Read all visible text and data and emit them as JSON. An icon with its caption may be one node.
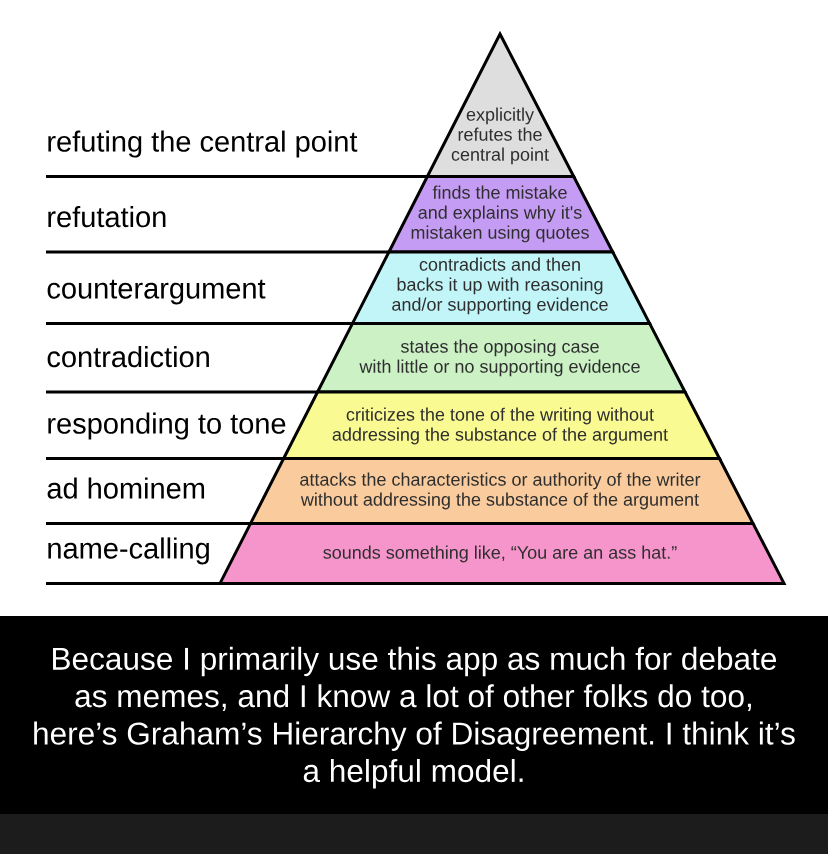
{
  "diagram": {
    "nodes": [
      {
        "text": [
          "explicitly refutes the central point"
        ]
      },
      {
        "text": [
          "finds the mistake and explains why it's mistaken using quotes"
        ]
      },
      {
        "text": [
          "contradicts and then backs it up with reasoning and/or supporting evidence"
        ]
      },
      {
        "text": [
          "states the opposing case with little or no supporting evidence"
        ]
      },
      {
        "text": [
          "criticizes the tone of the writing without addressing the substance of the argument"
        ]
      },
      {
        "text": [
          "attacks the characteristics or authority of the writer without addressing the substance of the argument"
        ]
      },
      {
        "text": [
          "sounds something like, “You are an ass hat.”"
        ]
      }
    ],
    "labels": [
      "refuting the central point",
      "refutation",
      "counterargument",
      "contradiction",
      "responding to tone",
      "ad hominem",
      "name-calling"
    ],
    "caption": "Because I primarily use this app as much for debate as memes, and I know a lot of other folks do too, here’s Graham’s Hierarchy of Disagreement. I think it’s a helpful model."
  }
}
